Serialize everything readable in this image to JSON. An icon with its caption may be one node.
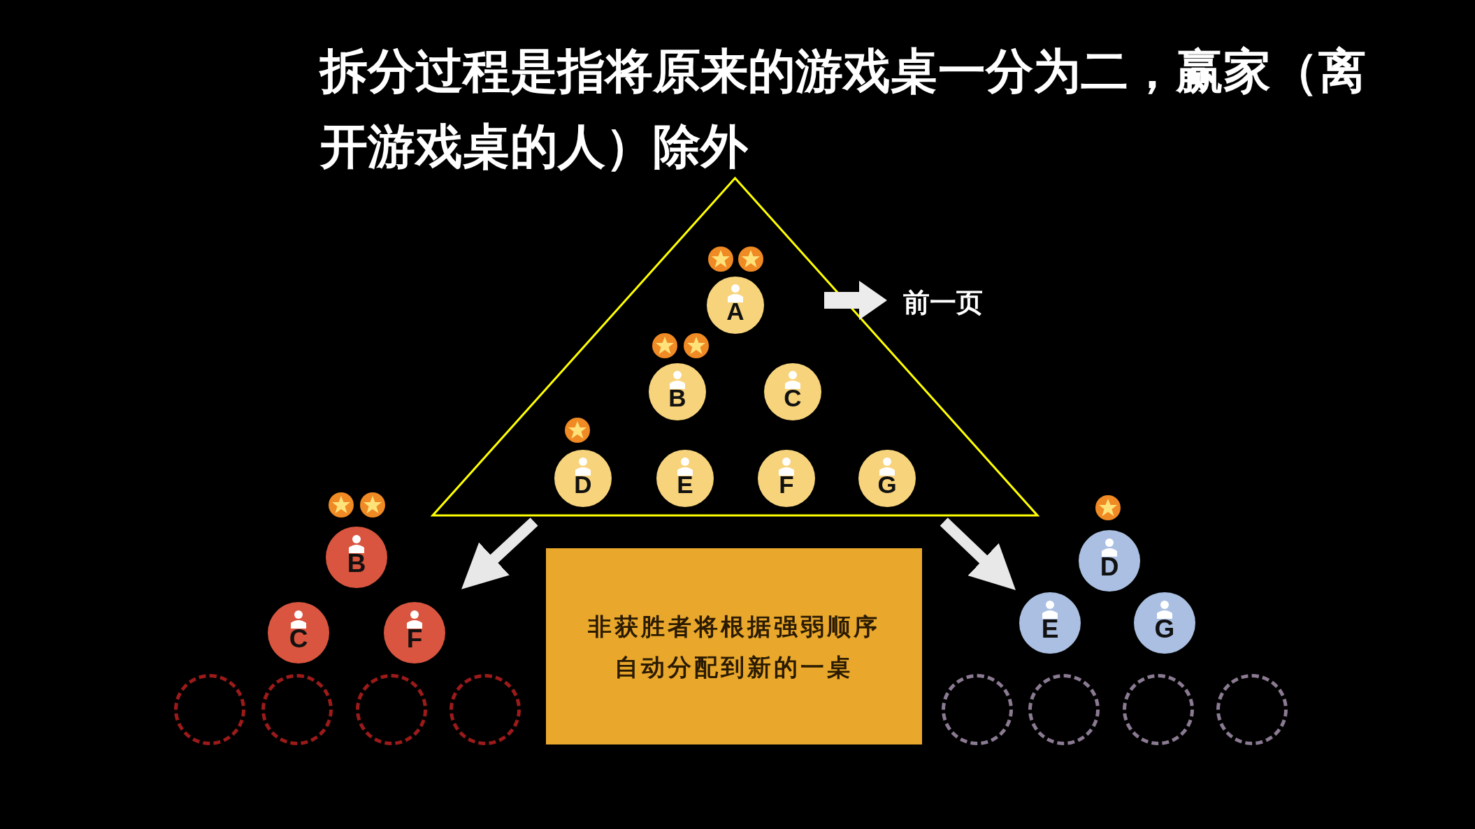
{
  "diagram": {
    "title": "拆分过程是指将原来的游戏桌一分为二，赢家（离开游戏桌的人）除外",
    "nodes": [
      {
        "text": [],
        "shape": "triangle"
      },
      {
        "text": [
          "A"
        ],
        "in": 0
      },
      {
        "text": [
          "B"
        ],
        "in": 0
      },
      {
        "text": [
          "C"
        ],
        "in": 0
      },
      {
        "text": [
          "D"
        ],
        "in": 0
      },
      {
        "text": [
          "E"
        ],
        "in": 0
      },
      {
        "text": [
          "F"
        ],
        "in": 0
      },
      {
        "text": [
          "G"
        ],
        "in": 0
      },
      {
        "text": [
          "B"
        ]
      },
      {
        "text": [
          "C"
        ]
      },
      {
        "text": [
          "F"
        ]
      },
      {
        "text": [],
        "shape": "circle"
      },
      {
        "text": [],
        "shape": "circle"
      },
      {
        "text": [],
        "shape": "circle"
      },
      {
        "text": [],
        "shape": "circle"
      },
      {
        "text": [
          "非获胜者将根据强弱顺序自动分配到新的一桌"
        ]
      },
      {
        "text": [
          "D"
        ]
      },
      {
        "text": [
          "E"
        ]
      },
      {
        "text": [
          "G"
        ]
      },
      {
        "text": [],
        "shape": "circle"
      },
      {
        "text": [],
        "shape": "circle"
      },
      {
        "text": [],
        "shape": "circle"
      },
      {
        "text": [],
        "shape": "circle"
      }
    ],
    "edges": [
      {
        "from": 0,
        "to": 10,
        "arrow": "to"
      },
      {
        "from": 0,
        "to": 17,
        "arrow": "to"
      }
    ],
    "labels": [
      "前一页"
    ]
  }
}
